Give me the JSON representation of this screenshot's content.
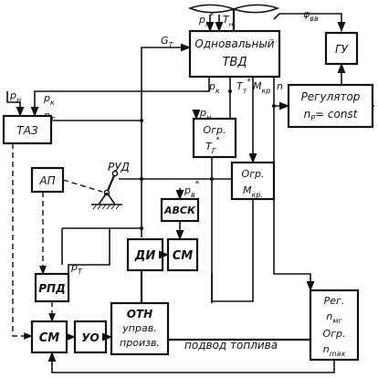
{
  "blocks": {
    "tvd_line1": "Одновальный",
    "tvd_line2": "ТВД",
    "gu": "ГУ",
    "regulator_line1": "Регулятор",
    "regulator_line2": "n",
    "regulator_sub": "P",
    "regulator_line2b": "= const",
    "taz": "ТАЗ",
    "ap": "АП",
    "rud": "РУД",
    "ogr_t_line1": "Огр.",
    "ogr_t_line2": "T",
    "ogr_t_sub": "Г",
    "ogr_t_sup": "*",
    "ogr_m_line1": "Огр.",
    "ogr_m_line2": "M",
    "ogr_m_sub": "кр.",
    "avsk": "АВСК",
    "di": "ДИ",
    "cm1": "СМ",
    "rpd": "РПД",
    "cm2": "СМ",
    "uo": "УО",
    "otn_line1": "ОТН",
    "otn_line2": "управ.",
    "otn_line3": "произв.",
    "reg_nmg_line1": "Рег.",
    "reg_nmg_line2": "n",
    "reg_nmg_sub2": "мг",
    "reg_nmg_line3": "Огр.",
    "reg_nmg_line4": "n",
    "reg_nmg_sub4": "max"
  },
  "labels": {
    "p": "p",
    "p_n": "н",
    "star": "*",
    "T": "T",
    "T_n": "н",
    "phi": "φ",
    "phi_sub": "вв",
    "G": "G",
    "G_sub": "Т",
    "p_k": "к",
    "T_t_sub": "т",
    "M": "M",
    "M_sub": "кр",
    "n": "n",
    "p_T_sub": "Т",
    "p_v_sub": "в",
    "fuel": "подвод топлива"
  }
}
